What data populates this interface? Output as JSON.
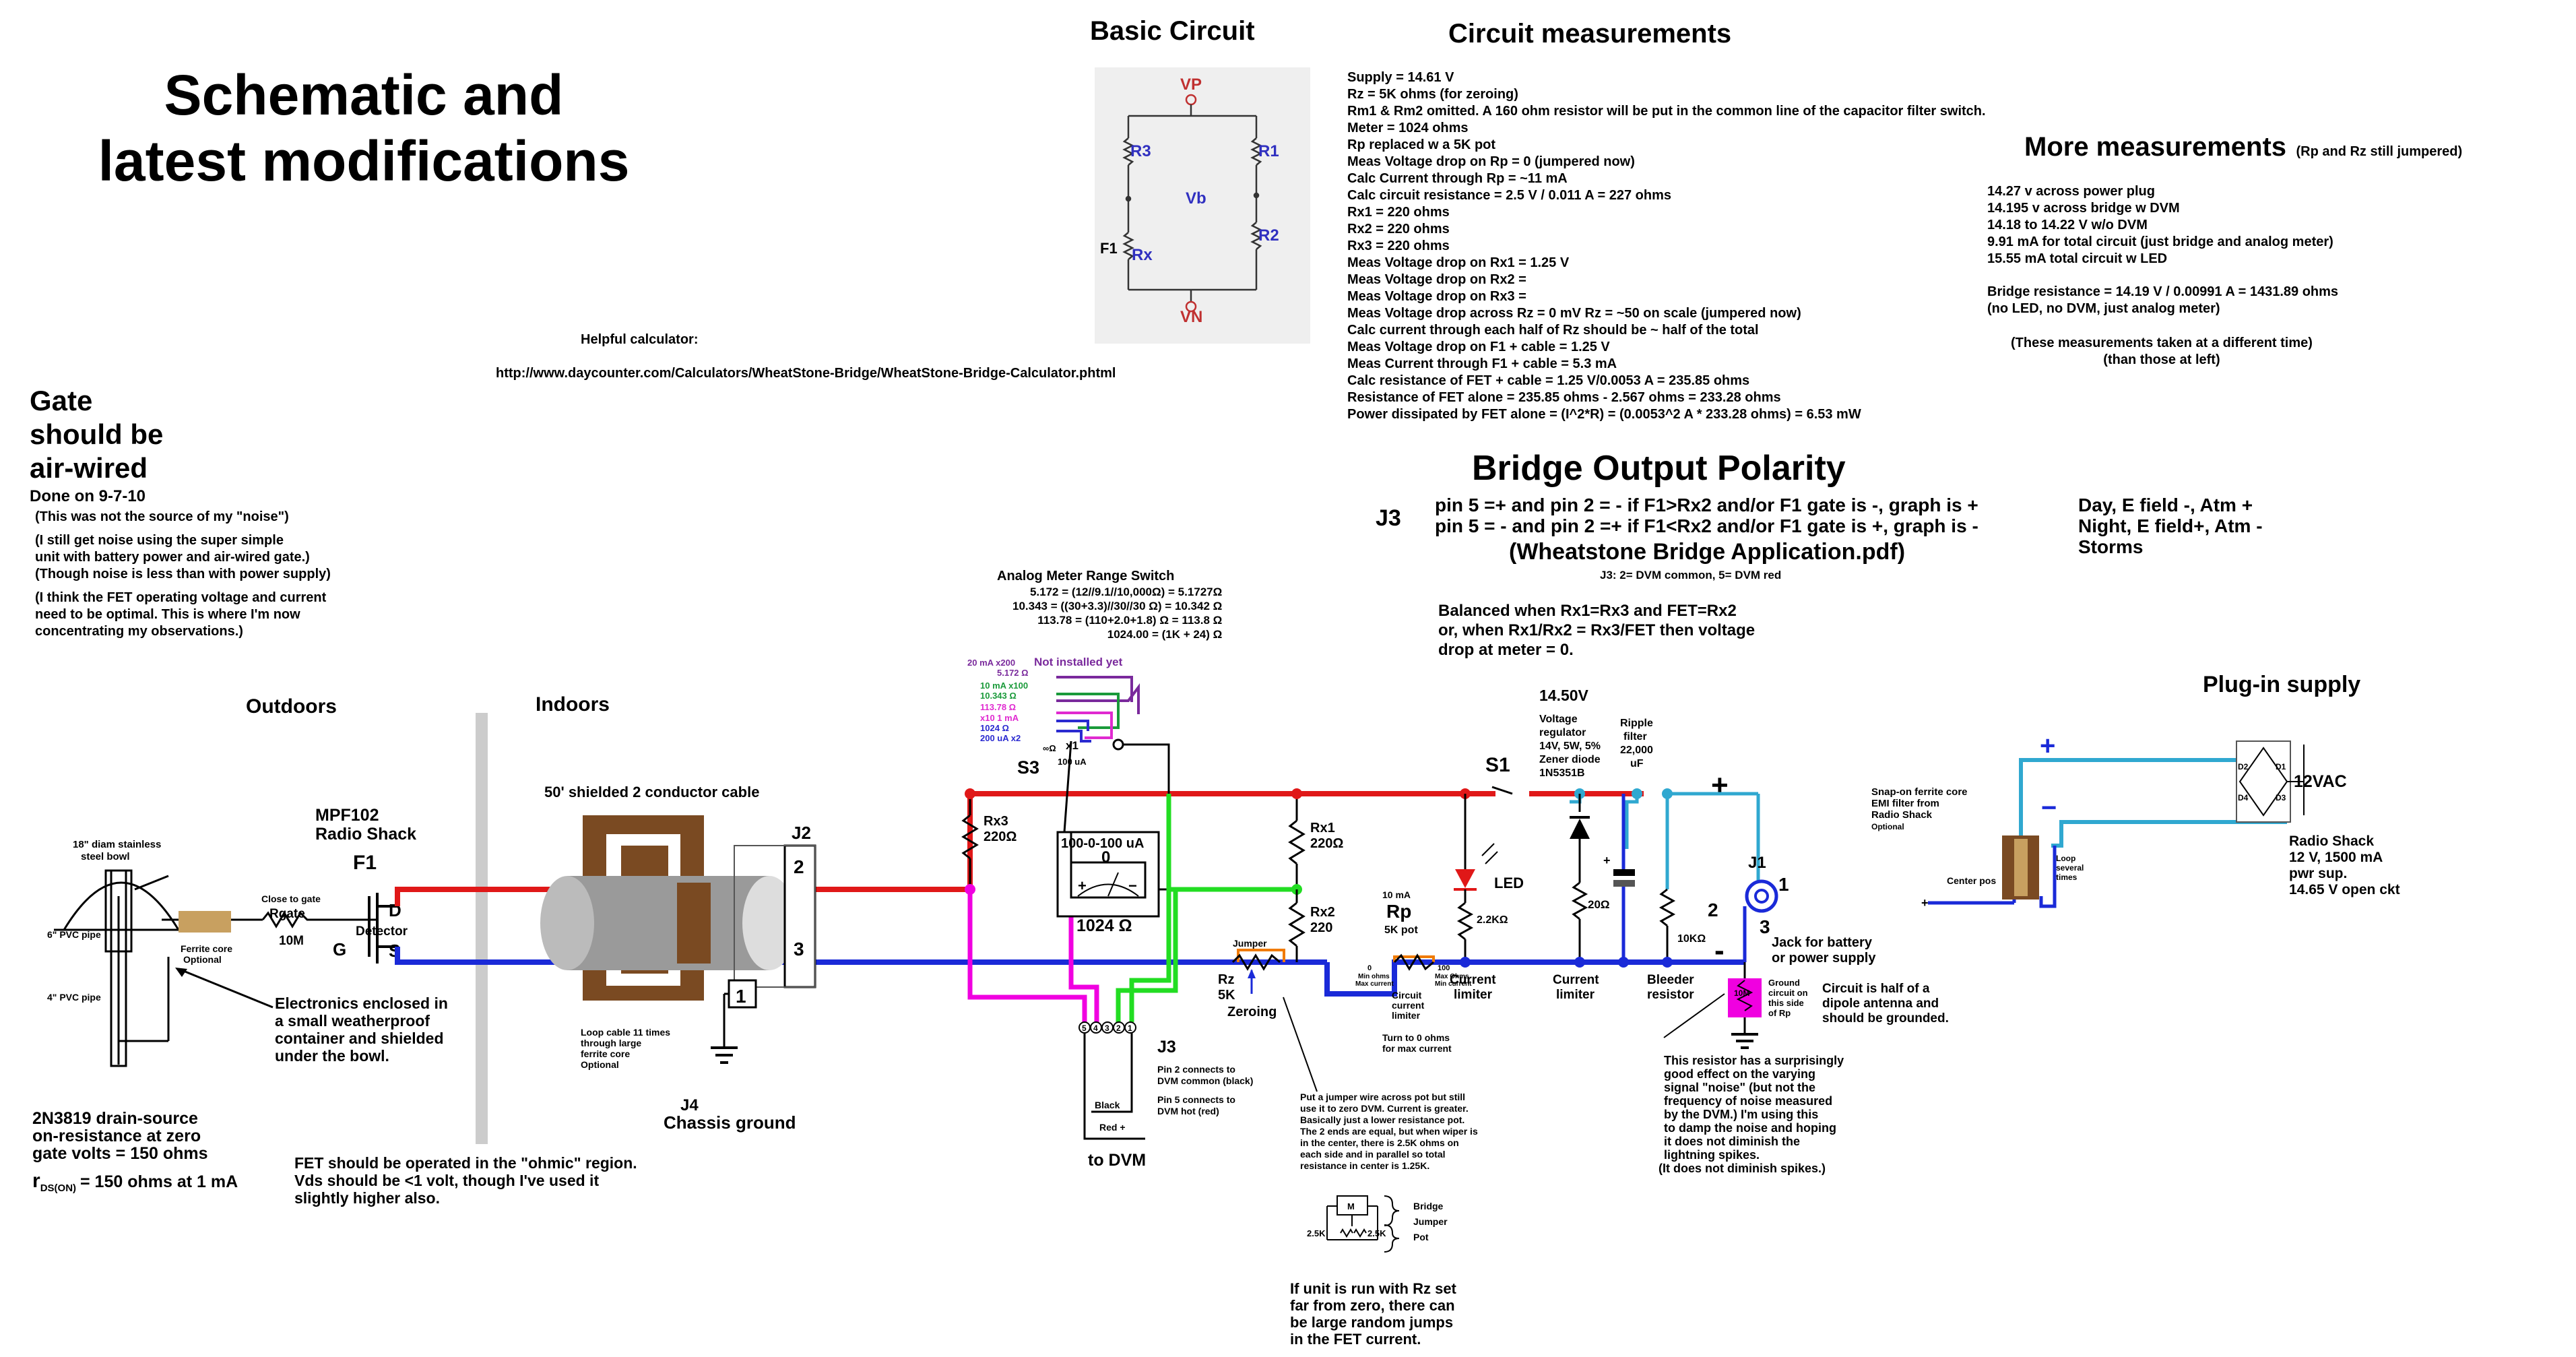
{
  "title": {
    "line1": "Schematic and",
    "line2": "latest modifications"
  },
  "basic_circuit": {
    "heading": "Basic Circuit",
    "vp": "VP",
    "vn": "VN",
    "r1": "R1",
    "r2": "R2",
    "r3": "R3",
    "rx": "Rx",
    "vb": "Vb",
    "f1": "F1"
  },
  "helpful": {
    "label": "Helpful calculator:",
    "url": "http://www.daycounter.com/Calculators/WheatStone-Bridge/WheatStone-Bridge-Calculator.phtml"
  },
  "measurements": {
    "heading": "Circuit measurements",
    "lines": [
      "Supply = 14.61 V",
      "Rz = 5K ohms  (for zeroing)",
      "Rm1 & Rm2 omitted.  A 160 ohm resistor will be put in the common line of the capacitor filter switch.",
      "Meter = 1024 ohms",
      "Rp replaced w a 5K pot",
      "Meas Voltage drop on Rp = 0  (jumpered now)",
      "Calc Current through Rp = ~11 mA",
      "Calc circuit resistance = 2.5 V / 0.011 A = 227 ohms",
      "Rx1 = 220 ohms",
      "Rx2 = 220 ohms",
      "Rx3 = 220 ohms",
      "Meas Voltage drop on Rx1 = 1.25 V",
      "Meas Voltage drop on Rx2 =",
      "Meas Voltage drop on Rx3 =",
      "Meas Voltage drop across Rz = 0 mV   Rz = ~50 on scale  (jumpered now)",
      "Calc current through each half of  Rz should be ~ half of the total",
      "Meas Voltage drop on F1 + cable = 1.25 V",
      "Meas Current through F1 + cable = 5.3 mA",
      "Calc resistance of FET + cable = 1.25 V/0.0053 A = 235.85 ohms",
      "Resistance of FET alone = 235.85 ohms - 2.567 ohms = 233.28 ohms",
      "Power dissipated by FET alone = (I^2*R) = (0.0053^2 A * 233.28 ohms) = 6.53 mW"
    ]
  },
  "more": {
    "heading": "More measurements",
    "note": "(Rp and Rz still jumpered)",
    "lines": [
      "14.27 v across power plug",
      "14.195 v across bridge w DVM",
      "14.18 to 14.22 V w/o DVM",
      "9.91 mA for total circuit (just bridge and analog meter)",
      "15.55 mA total circuit w LED"
    ],
    "lines2": [
      "Bridge resistance = 14.19 V / 0.00991 A = 1431.89 ohms",
      "(no LED, no DVM, just analog meter)"
    ],
    "lines3": [
      "(These measurements taken at a different time)",
      "(than those at left)"
    ]
  },
  "polarity": {
    "heading": "Bridge Output Polarity",
    "j3": "J3",
    "line1": "pin 5 =+ and pin 2 = - if  F1>Rx2 and/or  F1  gate is -, graph is +",
    "line2": "pin 5 = - and pin 2 =+ if F1<Rx2 and/or  F1  gate is +, graph is -",
    "day": "Day,    E field -, Atm +",
    "night": "Night, E field+, Atm -",
    "storms": "Storms",
    "app": "(Wheatstone Bridge Application.pdf)",
    "j3note": "J3: 2= DVM common, 5= DVM red"
  },
  "balanced": {
    "lines": [
      "Balanced when Rx1=Rx3 and FET=Rx2",
      "or, when Rx1/Rx2 = Rx3/FET  then voltage",
      "drop at meter = 0."
    ]
  },
  "gate": {
    "heading": [
      "Gate",
      "should be",
      "air-wired"
    ],
    "done": "Done on 9-7-10",
    "notes": [
      "(This was not the source of my \"noise\")",
      "(I still get noise using the super simple",
      "unit with battery power and air-wired gate.)",
      "(Though noise is less than with power supply)",
      "(I think the FET operating voltage and current",
      "need to be optimal.  This is where I'm now",
      "concentrating my observations.)"
    ]
  },
  "meter_switch": {
    "heading": "Analog Meter Range Switch",
    "lines": [
      "5.172 = (12//9.1//10,000Ω) = 5.1727Ω",
      "10.343 = ((30+3.3)//30//30 Ω) = 10.342 Ω",
      "113.78  =  (110+2.0+1.8) Ω = 113.8 Ω",
      "1024.00  =  (1K + 24) Ω"
    ],
    "ranges": [
      {
        "label": "20 mA  x200",
        "value": "5.172 Ω",
        "color": "#7a2a9c"
      },
      {
        "label": "10 mA x100",
        "value": "10.343 Ω",
        "color": "#1a9a3a"
      },
      {
        "label": "113.78 Ω",
        "value": "",
        "color": "#e02ad0"
      },
      {
        "label": "x10 1 mA",
        "value": "1024 Ω",
        "color": "#2a2ad0"
      },
      {
        "label": "200 uA x2",
        "value": "",
        "color": "#2a2ad0"
      }
    ],
    "not_installed": "Not installed yet",
    "s3": "S3",
    "x1": "x1",
    "x1sub": "100 uA",
    "inf": "∞Ω"
  },
  "labels": {
    "outdoors": "Outdoors",
    "indoors": "Indoors",
    "mpf": [
      "MPF102",
      "Radio Shack"
    ],
    "f1": "F1",
    "bowl": [
      "18\" diam stainless",
      "steel bowl"
    ],
    "pvc6": "6\" PVC pipe",
    "pvc4": "4\" PVC pipe",
    "ferrite": [
      "Ferrite core",
      "Optional"
    ],
    "close_gate": "Close to gate",
    "rgate": "Rgate",
    "r10m": "10M",
    "d": "D",
    "detector": "Detector",
    "g": "G",
    "s": "S",
    "enclosed": [
      "Electronics enclosed in",
      "a small weatherproof",
      "container and shielded",
      "under the bowl."
    ],
    "cable": "50' shielded 2 conductor cable",
    "loop": [
      "Loop cable 11 times",
      "through large",
      "ferrite core",
      "Optional"
    ],
    "j2": "J2",
    "p2": "2",
    "p3": "3",
    "p1": "1",
    "j4": "J4",
    "chassis": "Chassis ground",
    "fet_on": [
      "2N3819 drain-source",
      "on-resistance at zero",
      "gate volts = 150 ohms"
    ],
    "rds": "r",
    "rds_sub": "DS(ON)",
    "rds_val": "= 150 ohms at 1 mA",
    "ohmic": [
      "FET should be operated in the \"ohmic\" region.",
      "Vds should be <1 volt, though I've used it",
      "slightly higher also."
    ],
    "rx3": [
      "Rx3",
      "220Ω"
    ],
    "rx1": [
      "Rx1",
      "220Ω"
    ],
    "rx2": [
      "Rx2",
      "220"
    ],
    "meter": "100-0-100 uA",
    "meter_r": "1024 Ω",
    "meter_zero": "0",
    "pins": [
      "5",
      "4",
      "3",
      "2",
      "1"
    ],
    "j3": "J3",
    "pin_notes": [
      "Pin 2 connects to",
      "DVM common (black)",
      "Pin 5 connects to",
      "DVM hot (red)"
    ],
    "black": "Black",
    "red": "Red +",
    "to_dvm": "to DVM",
    "jumper": "Jumper",
    "rz": [
      "Rz",
      "5K"
    ],
    "zeroing": "Zeroing",
    "rp_top": "10 mA",
    "rp": "Rp",
    "rp_sub": "5K pot",
    "min_ohms": [
      "0",
      "Min ohms",
      "Max current"
    ],
    "max_ohms": [
      "100",
      "Max Ohms",
      "Min current"
    ],
    "ccl": [
      "Circuit",
      "current",
      "limiter"
    ],
    "turn": [
      "Turn to 0 ohms",
      "for max current"
    ],
    "jumper_note": [
      "Put a jumper wire across pot but still",
      "use it to zero DVM.  Current is greater.",
      "Basically just a lower resistance pot.",
      "The 2 ends are equal, but when wiper is",
      "in the center, there is 2.5K ohms on",
      "each side and in parallel so total",
      "resistance in center is 1.25K."
    ],
    "pot_labels": [
      "Bridge",
      "Jumper",
      "Pot",
      "2.5K",
      "2.5K",
      "M"
    ],
    "rz_note": [
      "If unit is run with Rz set",
      "far from zero, there can",
      "be large random jumps",
      "in the FET current."
    ],
    "v1450": "14.50V",
    "s1": "S1",
    "led": "LED",
    "r22k": "2.2KΩ",
    "climiter": [
      "Current",
      "limiter"
    ],
    "vreg": [
      "Voltage",
      "regulator",
      "14V, 5W, 5%",
      "Zener diode",
      "1N5351B"
    ],
    "r20": "20Ω",
    "ripple": [
      "Ripple",
      "filter",
      "22,000",
      "uF"
    ],
    "r10k": "10KΩ",
    "bleeder": [
      "Bleeder",
      "resistor"
    ],
    "plus": "+",
    "minus": "-",
    "j1": "J1",
    "j1p1": "1",
    "j1p2": "2",
    "j1p3": "3",
    "jack": [
      "Jack for battery",
      "or power supply"
    ],
    "r10m2": "10M",
    "gnd_note": [
      "Ground",
      "circuit on",
      "this side",
      "of Rp"
    ],
    "half_dipole": [
      "Circuit is half of a",
      "dipole antenna and",
      "should be grounded."
    ],
    "resistor_note": [
      "This resistor has a surprisingly",
      "good effect on the varying",
      "signal \"noise\" (but not the",
      "frequency of noise measured",
      "by the DVM.)  I'm using this",
      "to damp the noise and hoping",
      "it does not diminish the",
      "lightning spikes.",
      "(It does not diminish spikes.)"
    ],
    "plugin": "Plug-in supply",
    "ferrite_snap": [
      "Snap-on ferrite core",
      "EMI filter from",
      "Radio Shack",
      "Optional"
    ],
    "loop_several": [
      "Loop",
      "several",
      "times"
    ],
    "center_pos": "Center pos",
    "v12ac": "12VAC",
    "rs_supply": [
      "Radio Shack",
      "12 V, 1500 mA",
      "pwr sup.",
      "14.65 V open ckt"
    ],
    "diodes": [
      "D2",
      "D1",
      "D4",
      "D3"
    ]
  },
  "colors": {
    "red": "#e01818",
    "blue": "#1a2ad8",
    "green": "#22dd22",
    "magenta": "#f000e0",
    "cyan": "#30a8d0",
    "gray": "#cccccc",
    "brown": "#7a4a22",
    "tan": "#c8a060"
  }
}
